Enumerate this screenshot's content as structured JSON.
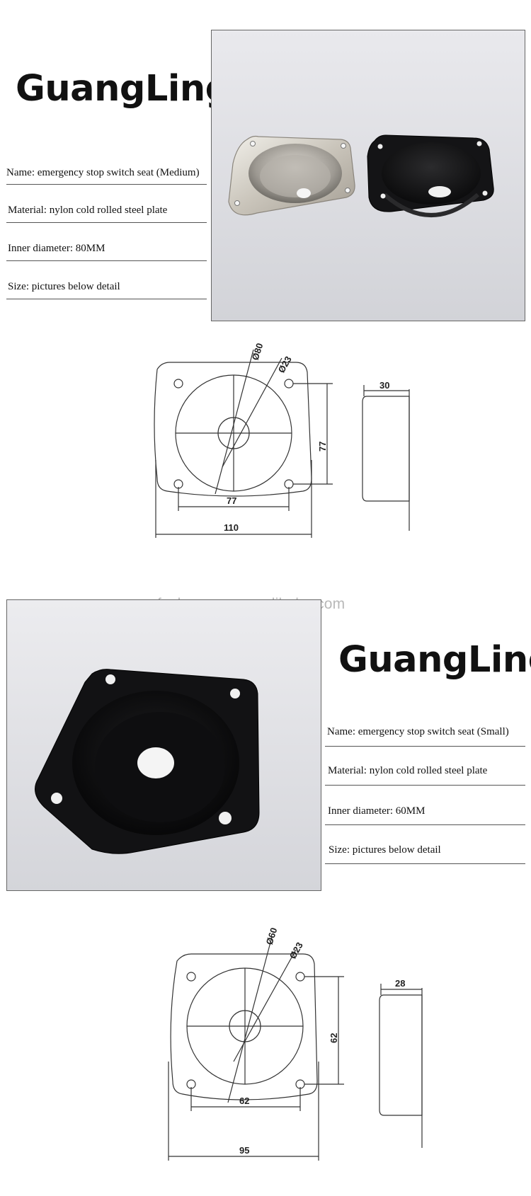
{
  "top": {
    "brand": "GuangLing",
    "specs": [
      "Name: emergency stop switch seat (Medium)",
      "Material: nylon cold rolled steel plate",
      "Inner diameter: 80MM",
      "Size: pictures below detail"
    ],
    "drawing": {
      "dia_outer": "Ø80",
      "dia_inner": "Ø23",
      "hole_span_h": "77",
      "hole_span_v": "77",
      "overall_width": "110",
      "depth": "30"
    }
  },
  "watermark": "fuzhouonew.en.alibaba.com",
  "bottom": {
    "brand": "GuangLing",
    "specs": [
      "Name: emergency stop switch seat (Small)",
      "Material: nylon cold rolled steel plate",
      "Inner diameter: 60MM",
      "Size: pictures below detail"
    ],
    "drawing": {
      "dia_outer": "Ø60",
      "dia_inner": "Ø23",
      "hole_span_h": "62",
      "hole_span_v": "62",
      "overall_width": "95",
      "depth": "28"
    }
  }
}
